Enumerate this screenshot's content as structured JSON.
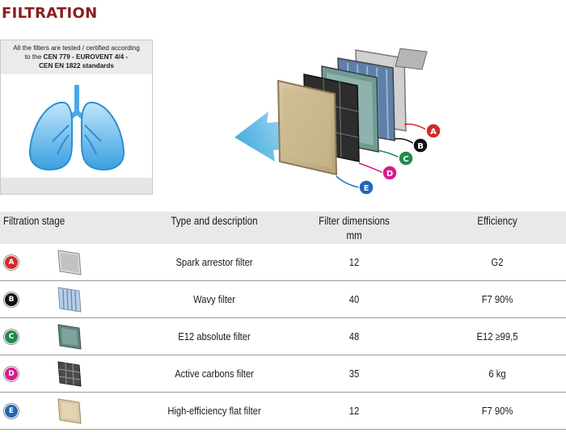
{
  "page": {
    "title": "FILTRATION"
  },
  "certification": {
    "line1": "All the filters are tested / certified according",
    "line2_prefix": "to the ",
    "line2_bold": "CEN 779 - EUROVENT 4/4 -",
    "line3_bold": "CEN EN 1822 standards",
    "icon": "lungs-icon"
  },
  "diagram": {
    "labels": [
      "A",
      "B",
      "C",
      "D",
      "E"
    ]
  },
  "table": {
    "headers": {
      "stage": "Filtration stage",
      "type": "Type and description",
      "dimensions": "Filter dimensions",
      "dimensions_unit": "mm",
      "efficiency": "Efficiency"
    },
    "rows": [
      {
        "label": "A",
        "color": "#d42a2a",
        "type": "Spark arrestor filter",
        "dimension": "12",
        "efficiency": "G2"
      },
      {
        "label": "B",
        "color": "#111111",
        "type": "Wavy filter",
        "dimension": "40",
        "efficiency": "F7 90%"
      },
      {
        "label": "C",
        "color": "#1f8a4c",
        "type": "E12 absolute filter",
        "dimension": "48",
        "efficiency": "E12 ≥99,5"
      },
      {
        "label": "D",
        "color": "#d61c8c",
        "type": "Active carbons filter",
        "dimension": "35",
        "efficiency": "6 kg"
      },
      {
        "label": "E",
        "color": "#1f66b8",
        "type": "High-efficiency flat filter",
        "dimension": "12",
        "efficiency": "F7 90%"
      }
    ]
  },
  "colors": {
    "title": "#8a1f1f",
    "airflow": "#4fb0e0",
    "header_bg": "#e9e9e9"
  }
}
